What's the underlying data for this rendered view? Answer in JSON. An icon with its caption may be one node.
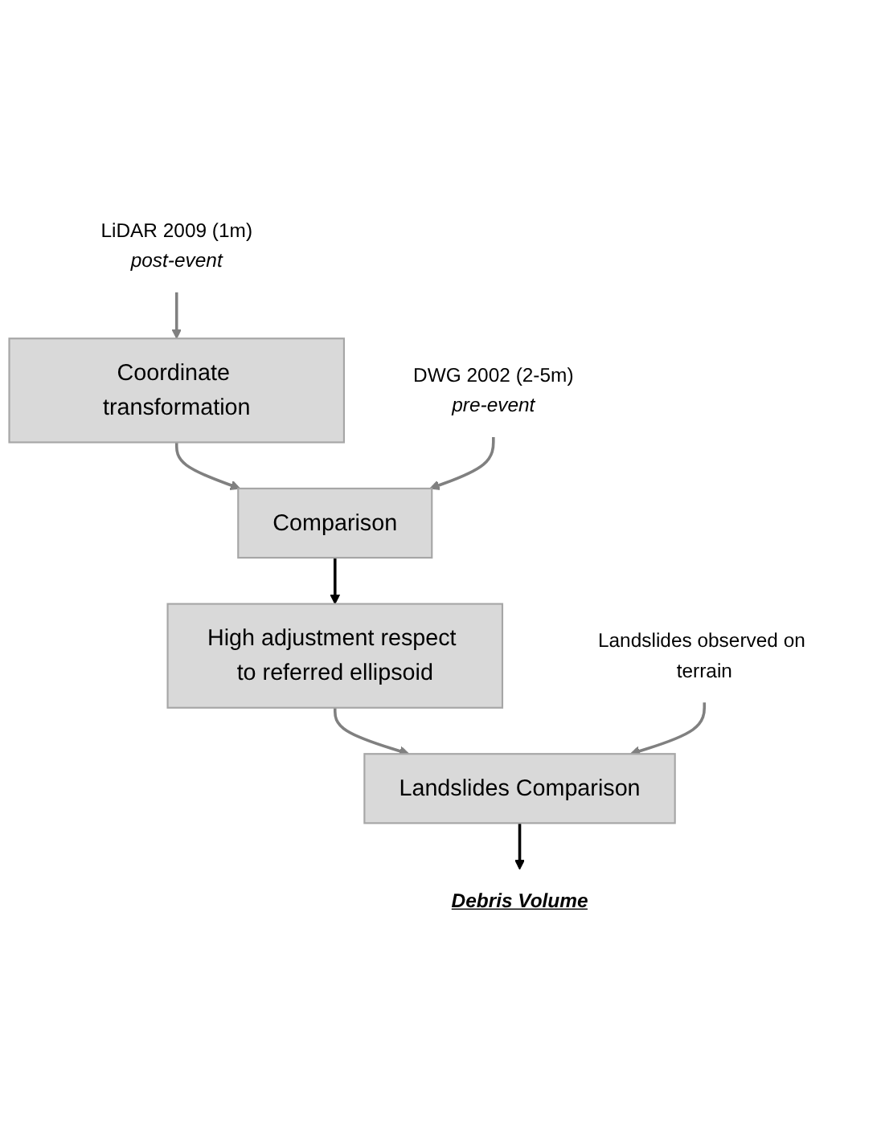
{
  "diagram": {
    "nodes": [
      {
        "text": [
          "LiDAR 2009 (1m)",
          "post-event"
        ]
      },
      {
        "text": [
          "Coordinate transformation"
        ]
      },
      {
        "text": [
          "DWG 2002 (2-5m)",
          "pre-event"
        ]
      },
      {
        "text": [
          "Comparison"
        ]
      },
      {
        "text": [
          "High adjustment respect to referred ellipsoid"
        ]
      },
      {
        "text": [
          "Landslides observed on terrain"
        ]
      },
      {
        "text": [
          "Landslides Comparison"
        ]
      },
      {
        "text": [
          "Debris Volume"
        ]
      }
    ],
    "edges": [
      {
        "from": 0,
        "to": 1,
        "arrow": "to"
      },
      {
        "from": 1,
        "to": 3,
        "arrow": "to"
      },
      {
        "from": 2,
        "to": 3,
        "arrow": "to"
      },
      {
        "from": 3,
        "to": 4,
        "arrow": "to",
        "color": "#000000"
      },
      {
        "from": 4,
        "to": 6,
        "arrow": "to"
      },
      {
        "from": 5,
        "to": 6,
        "arrow": "to"
      },
      {
        "from": 6,
        "to": 7,
        "arrow": "to",
        "color": "#000000"
      }
    ]
  }
}
